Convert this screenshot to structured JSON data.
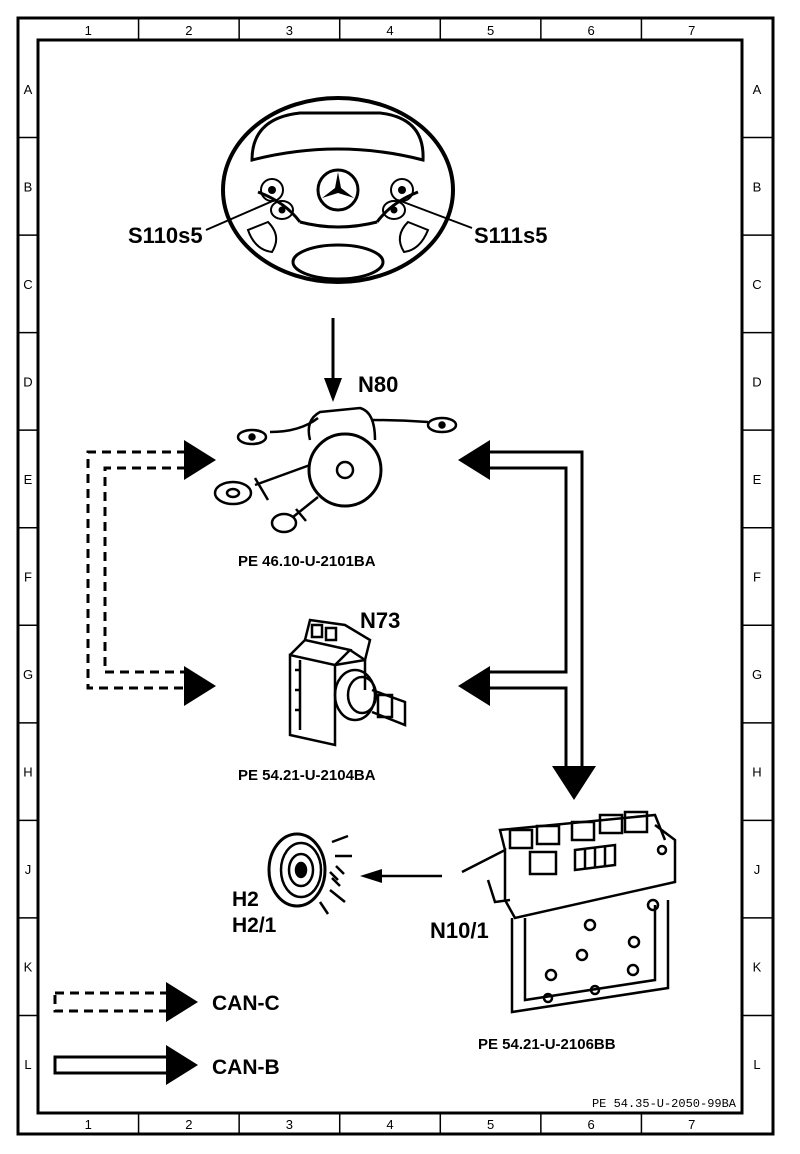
{
  "grid": {
    "columns": [
      "1",
      "2",
      "3",
      "4",
      "5",
      "6",
      "7"
    ],
    "rows": [
      "A",
      "B",
      "C",
      "D",
      "E",
      "F",
      "G",
      "H",
      "J",
      "K",
      "L"
    ]
  },
  "components": {
    "switch_left": "S110s5",
    "switch_right": "S111s5",
    "steering_module": "N80",
    "ignition_module": "N73",
    "horn": [
      "H2",
      "H2/1"
    ],
    "sam_module": "N10/1"
  },
  "references": {
    "steering_module": "PE  46.10-U-2101BA",
    "ignition_module": "PE  54.21-U-2104BA",
    "sam_module": "PE  54.21-U-2106BB"
  },
  "legend": {
    "can_c": "CAN-C",
    "can_b": "CAN-B"
  },
  "footer_id": "PE 54.35-U-2050-99BA"
}
